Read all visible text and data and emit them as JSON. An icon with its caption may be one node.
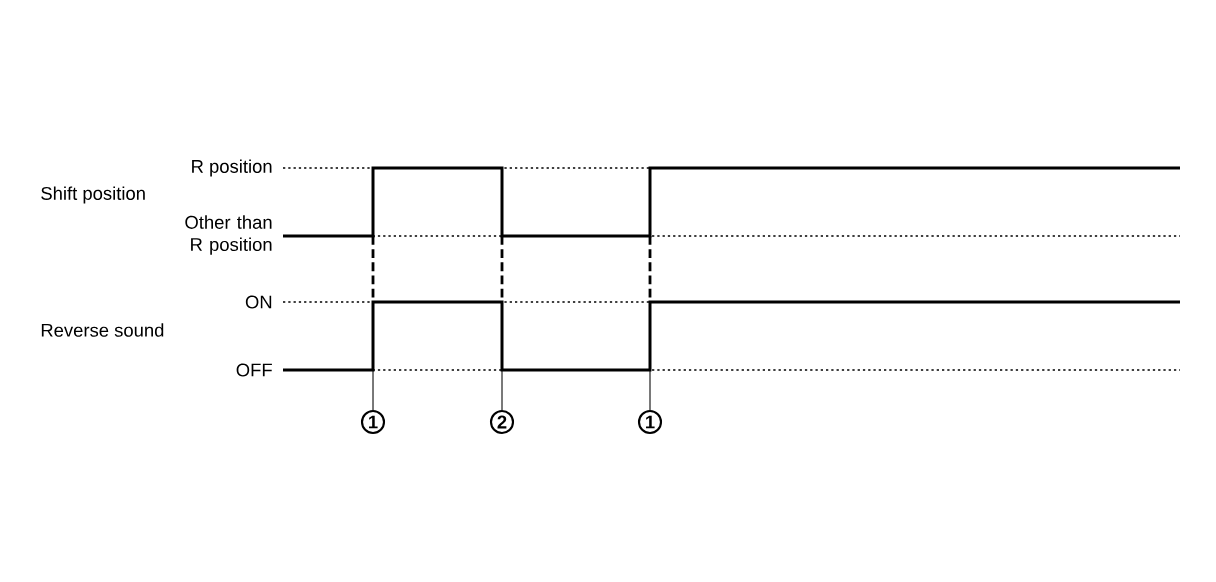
{
  "diagram": {
    "nodes": [
      {
        "text": [
          "1"
        ]
      },
      {
        "text": [
          "2"
        ]
      },
      {
        "text": [
          "1"
        ]
      }
    ],
    "edges": [
      {
        "from": 0,
        "to": null,
        "arrow": "none"
      },
      {
        "from": 1,
        "to": null,
        "arrow": "none"
      },
      {
        "from": 2,
        "to": null,
        "arrow": "none"
      }
    ],
    "labels": [
      "Shift position",
      "R position",
      "Other than R position",
      "Reverse sound",
      "ON",
      "OFF"
    ]
  }
}
